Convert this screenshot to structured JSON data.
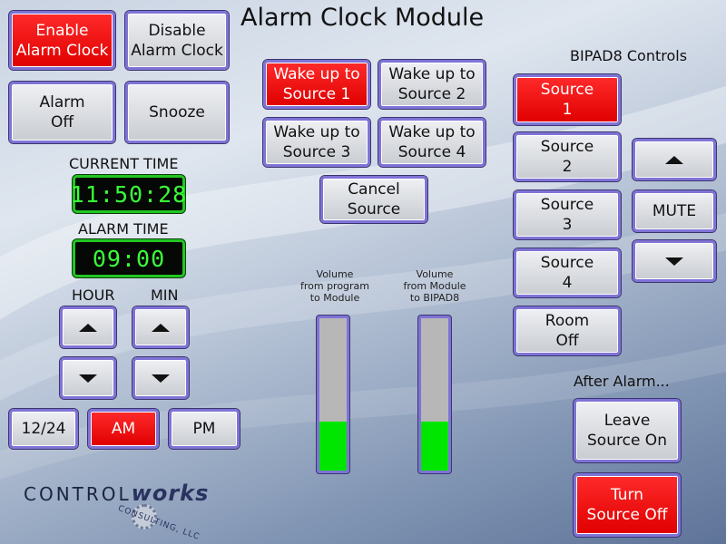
{
  "title": "Alarm Clock Module",
  "alarm": {
    "enable_label": "Enable\nAlarm Clock",
    "disable_label": "Disable\nAlarm Clock",
    "off_label": "Alarm\nOff",
    "snooze_label": "Snooze"
  },
  "time": {
    "current_label": "CURRENT TIME",
    "current_value": "11:50:28",
    "alarm_label": "ALARM TIME",
    "alarm_value": "09:00",
    "hour_label": "HOUR",
    "min_label": "MIN",
    "mode_1224": "12/24",
    "am_label": "AM",
    "pm_label": "PM"
  },
  "wake": {
    "s1": "Wake up to\nSource 1",
    "s2": "Wake up to\nSource 2",
    "s3": "Wake up to\nSource 3",
    "s4": "Wake up to\nSource 4",
    "cancel": "Cancel\nSource"
  },
  "volume": {
    "program_label": "Volume\nfrom program\nto Module",
    "program_level": 0.32,
    "bipad_label": "Volume\nfrom Module\nto BIPAD8",
    "bipad_level": 0.32
  },
  "bipad": {
    "heading": "BIPAD8 Controls",
    "source1": "Source\n1",
    "source2": "Source\n2",
    "source3": "Source\n3",
    "source4": "Source\n4",
    "room_off": "Room\nOff",
    "mute": "MUTE"
  },
  "after": {
    "heading": "After Alarm...",
    "leave_on": "Leave\nSource On",
    "turn_off": "Turn\nSource Off"
  },
  "logo": {
    "control": "CONTROL",
    "works": "works",
    "consulting": "CONSULTING, LLC"
  },
  "colors": {
    "active_red": "#ff1a1a",
    "button_border": "#7f73d6",
    "lcd_green": "#39ff39",
    "meter_fill": "#00e600"
  }
}
